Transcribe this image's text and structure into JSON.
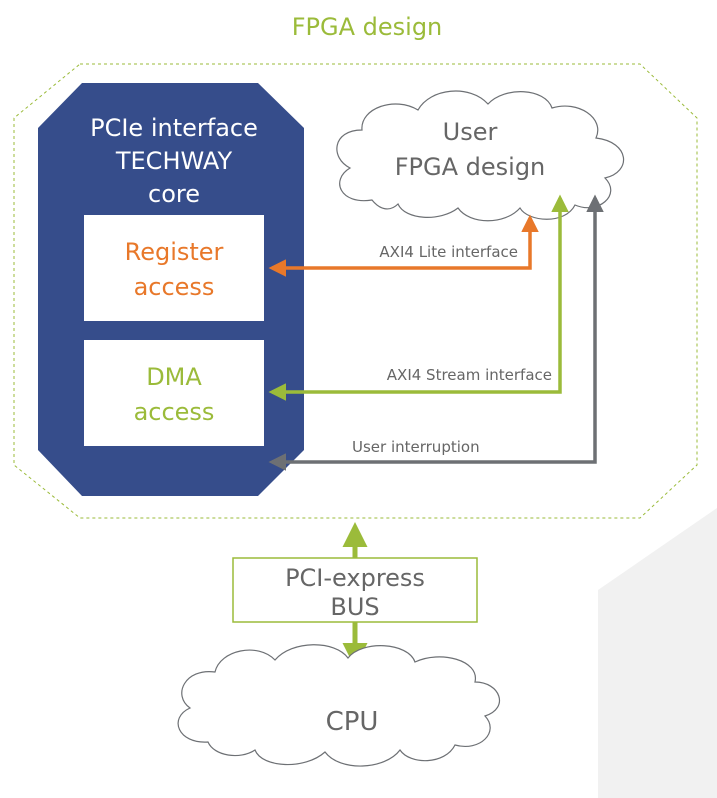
{
  "title": "FPGA design",
  "pcie_core": {
    "line1": "PCIe interface",
    "line2": "TECHWAY",
    "line3": "core"
  },
  "register_box": {
    "line1": "Register",
    "line2": "access"
  },
  "dma_box": {
    "line1": "DMA",
    "line2": "access"
  },
  "user_cloud": {
    "line1": "User",
    "line2": "FPGA design"
  },
  "interfaces": {
    "axi_lite": "AXI4 Lite interface",
    "axi_stream": "AXI4 Stream interface",
    "interrupt": "User interruption"
  },
  "bus": {
    "line1": "PCI-express",
    "line2": "BUS"
  },
  "cpu": {
    "label": "CPU"
  },
  "colors": {
    "green": "#9bbb3a",
    "navy": "#364d8b",
    "orange": "#e8782a",
    "gray": "#6d7074",
    "text_gray": "#666666",
    "shadow": "#f1f1f1"
  }
}
